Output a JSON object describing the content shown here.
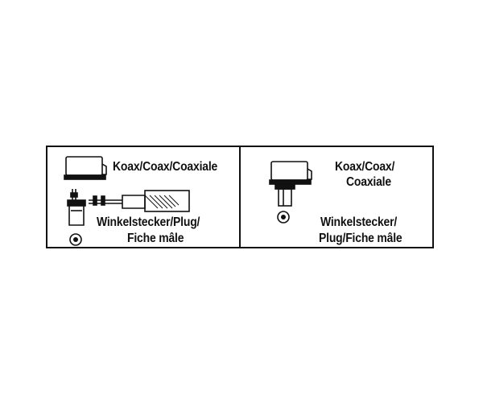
{
  "left_panel": {
    "coax_label": "Koax/Coax/Coaxiale",
    "plug_label_line1": "Winkelstecker/Plug/",
    "plug_label_line2": "Fiche mâle"
  },
  "right_panel": {
    "coax_label_line1": "Koax/Coax/",
    "coax_label_line2": "Coaxiale",
    "plug_label_line1": "Winkelstecker/",
    "plug_label_line2": "Plug/Fiche mâle"
  },
  "colors": {
    "ink": "#111111",
    "background": "#ffffff"
  },
  "icons": [
    "coax-connector-icon",
    "angled-plug-icon",
    "cable-wire-icon",
    "target-dot-icon",
    "straight-plug-icon"
  ]
}
